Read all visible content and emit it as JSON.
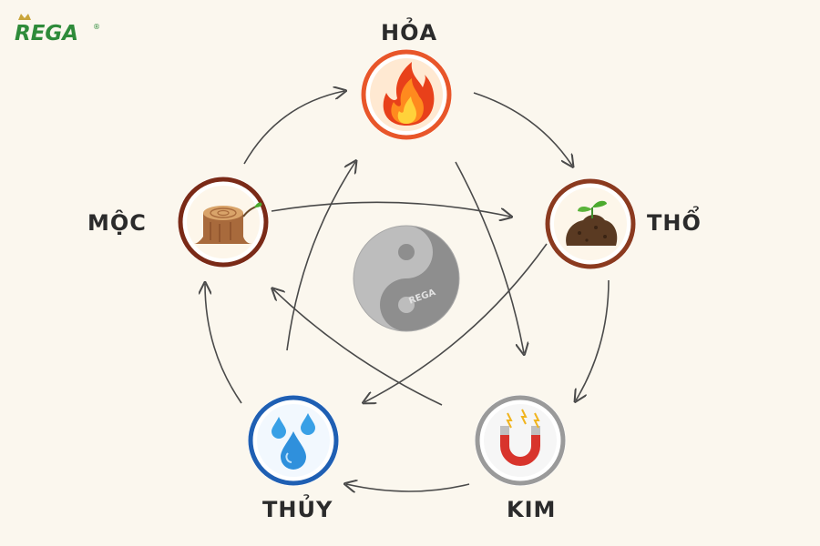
{
  "brand": {
    "logo_text": "REGA",
    "registered_mark": "®",
    "color": "#2e8b3a",
    "crown_color": "#c9a53a"
  },
  "elements": [
    {
      "id": "hoa",
      "label": "HỎA",
      "ring_color": "#e8562a",
      "icon": "fire-icon"
    },
    {
      "id": "tho",
      "label": "THỔ",
      "ring_color": "#8b3a1f",
      "icon": "soil-sprout-icon"
    },
    {
      "id": "kim",
      "label": "KIM",
      "ring_color": "#9a9a9a",
      "icon": "magnet-icon"
    },
    {
      "id": "thuy",
      "label": "THỦY",
      "ring_color": "#1f5fb3",
      "icon": "water-drops-icon"
    },
    {
      "id": "moc",
      "label": "MỘC",
      "ring_color": "#7a2a17",
      "icon": "tree-stump-icon"
    }
  ],
  "center": {
    "icon": "yin-yang-icon",
    "watermark": "REGA"
  },
  "colors": {
    "arrow": "#4a4a4a",
    "background": "#fbf7ee",
    "label": "#2b2b2b"
  }
}
